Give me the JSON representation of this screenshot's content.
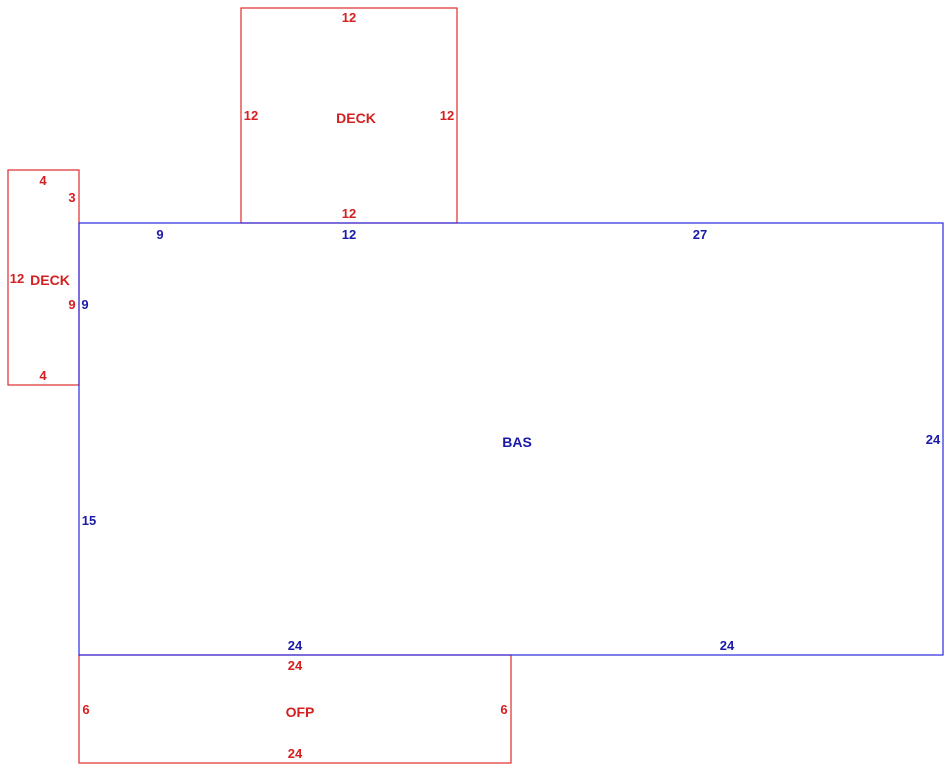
{
  "areas": {
    "deck_top": {
      "name": "DECK",
      "color": "#e02a2a",
      "dims": {
        "top": "12",
        "left": "12",
        "right": "12",
        "bottom": "12"
      }
    },
    "deck_left": {
      "name": "DECK",
      "color": "#e02a2a",
      "dims": {
        "top": "4",
        "right_upper": "3",
        "left": "12",
        "right_lower": "9",
        "bottom": "4"
      }
    },
    "bas": {
      "name": "BAS",
      "color": "#2a2ae0",
      "dims": {
        "top_left": "9",
        "top_mid": "12",
        "top_right": "27",
        "left_upper": "9",
        "left_lower": "15",
        "right": "24",
        "bottom_left": "24",
        "bottom_right": "24"
      }
    },
    "ofp": {
      "name": "OFP",
      "color": "#e02a2a",
      "dims": {
        "top": "24",
        "left": "6",
        "right": "6",
        "bottom": "24"
      }
    }
  }
}
